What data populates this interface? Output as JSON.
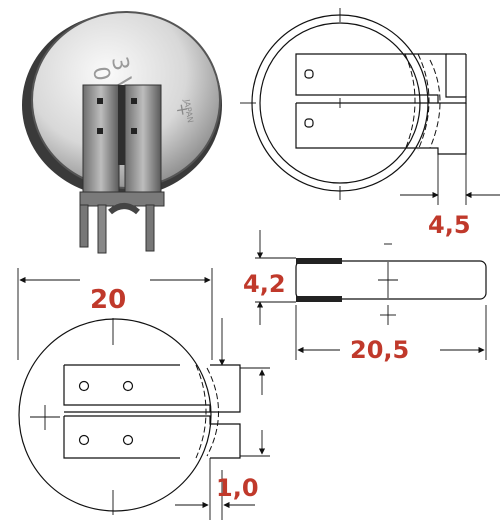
{
  "photo": {
    "cell_text_voltage": "3 V",
    "cell_text_digit": "0",
    "cell_text_origin": "JAPAN",
    "cell_polarity": "+"
  },
  "dimensions": {
    "top_tab_width": "4,5",
    "side_thickness": "4,2",
    "side_length": "20,5",
    "cell_diameter": "20",
    "tab_offset": "1,0"
  },
  "colors": {
    "label": "#c0392b",
    "ink": "#111111"
  }
}
